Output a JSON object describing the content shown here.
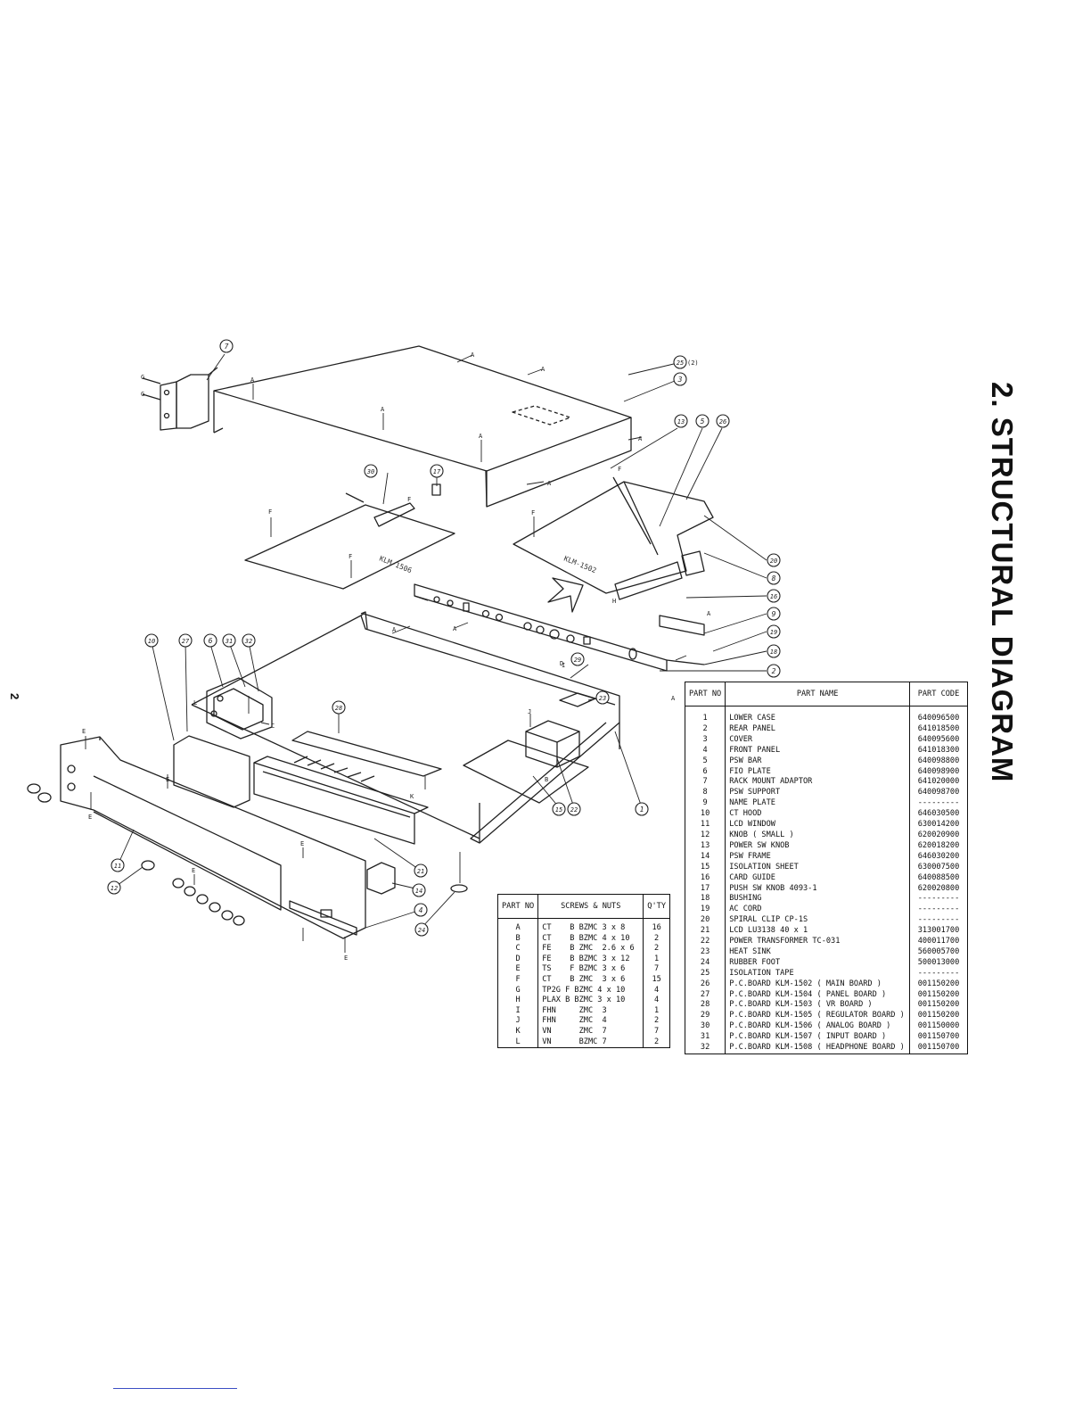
{
  "page": {
    "title": "2. STRUCTURAL DIAGRAM",
    "page_number": "2"
  },
  "parts_table": {
    "headers": [
      "PART NO",
      "PART NAME",
      "PART CODE"
    ],
    "rows": [
      {
        "no": "1",
        "name": "LOWER CASE",
        "code": "640096500"
      },
      {
        "no": "2",
        "name": "REAR PANEL",
        "code": "641018500"
      },
      {
        "no": "3",
        "name": "COVER",
        "code": "640095600"
      },
      {
        "no": "4",
        "name": "FRONT PANEL",
        "code": "641018300"
      },
      {
        "no": "5",
        "name": "PSW BAR",
        "code": "640098800"
      },
      {
        "no": "6",
        "name": "FIO PLATE",
        "code": "640098900"
      },
      {
        "no": "7",
        "name": "RACK MOUNT ADAPTOR",
        "code": "641020000"
      },
      {
        "no": "8",
        "name": "PSW SUPPORT",
        "code": "640098700"
      },
      {
        "no": "9",
        "name": "NAME PLATE",
        "code": "---------"
      },
      {
        "no": "10",
        "name": "CT HOOD",
        "code": "646030500"
      },
      {
        "no": "11",
        "name": "LCD WINDOW",
        "code": "630014200"
      },
      {
        "no": "12",
        "name": "KNOB ( SMALL )",
        "code": "620020900"
      },
      {
        "no": "13",
        "name": "POWER SW KNOB",
        "code": "620018200"
      },
      {
        "no": "14",
        "name": "PSW FRAME",
        "code": "646030200"
      },
      {
        "no": "15",
        "name": "ISOLATION SHEET",
        "code": "630007500"
      },
      {
        "no": "16",
        "name": "CARD GUIDE",
        "code": "640088500"
      },
      {
        "no": "17",
        "name": "PUSH SW KNOB 4093-1",
        "code": "620020800"
      },
      {
        "no": "18",
        "name": "BUSHING",
        "code": "---------"
      },
      {
        "no": "19",
        "name": "AC CORD",
        "code": "---------"
      },
      {
        "no": "20",
        "name": "SPIRAL CLIP CP-1S",
        "code": "---------"
      },
      {
        "no": "21",
        "name": "LCD LU3138 40 x 1",
        "code": "313001700"
      },
      {
        "no": "22",
        "name": "POWER TRANSFORMER TC-031",
        "code": "400011700"
      },
      {
        "no": "23",
        "name": "HEAT SINK",
        "code": "560005700"
      },
      {
        "no": "24",
        "name": "RUBBER FOOT",
        "code": "500013000"
      },
      {
        "no": "25",
        "name": "ISOLATION TAPE",
        "code": "---------"
      },
      {
        "no": "26",
        "name": "P.C.BOARD KLM-1502 ( MAIN BOARD )",
        "code": "001150200"
      },
      {
        "no": "27",
        "name": "P.C.BOARD KLM-1504 ( PANEL BOARD )",
        "code": "001150200"
      },
      {
        "no": "28",
        "name": "P.C.BOARD KLM-1503 ( VR BOARD )",
        "code": "001150200"
      },
      {
        "no": "29",
        "name": "P.C.BOARD KLM-1505 ( REGULATOR BOARD )",
        "code": "001150200"
      },
      {
        "no": "30",
        "name": "P.C.BOARD KLM-1506 ( ANALOG BOARD )",
        "code": "001150000"
      },
      {
        "no": "31",
        "name": "P.C.BOARD KLM-1507 ( INPUT BOARD )",
        "code": "001150700"
      },
      {
        "no": "32",
        "name": "P.C.BOARD KLM-1508 ( HEADPHONE BOARD )",
        "code": "001150700"
      }
    ]
  },
  "screws_table": {
    "headers": [
      "PART NO",
      "SCREWS & NUTS",
      "Q'TY"
    ],
    "rows": [
      {
        "no": "A",
        "desc": "CT    B BZMC 3 x 8",
        "qty": "16"
      },
      {
        "no": "B",
        "desc": "CT    B BZMC 4 x 10",
        "qty": "2"
      },
      {
        "no": "C",
        "desc": "FE    B ZMC  2.6 x 6",
        "qty": "2"
      },
      {
        "no": "D",
        "desc": "FE    B BZMC 3 x 12",
        "qty": "1"
      },
      {
        "no": "E",
        "desc": "TS    F BZMC 3 x 6",
        "qty": "7"
      },
      {
        "no": "F",
        "desc": "CT    B ZMC  3 x 6",
        "qty": "15"
      },
      {
        "no": "G",
        "desc": "TP2G F BZMC 4 x 10",
        "qty": "4"
      },
      {
        "no": "H",
        "desc": "PLAX B BZMC 3 x 10",
        "qty": "4"
      },
      {
        "no": "I",
        "desc": "FHN     ZMC  3",
        "qty": "1"
      },
      {
        "no": "J",
        "desc": "FHN     ZMC  4",
        "qty": "2"
      },
      {
        "no": "K",
        "desc": "VN      ZMC  7",
        "qty": "7"
      },
      {
        "no": "L",
        "desc": "VN      BZMC 7",
        "qty": "2"
      }
    ]
  },
  "diagram": {
    "callouts": [
      "1",
      "2",
      "3",
      "4",
      "5",
      "6",
      "7",
      "8",
      "9",
      "10",
      "11",
      "12",
      "13",
      "14",
      "15",
      "16",
      "17",
      "18",
      "19",
      "20",
      "21",
      "22",
      "23",
      "24",
      "25",
      "26",
      "27",
      "28",
      "29",
      "30",
      "31",
      "32"
    ],
    "callout_note_25": "(2)",
    "screw_letters": [
      "A",
      "B",
      "C",
      "D",
      "E",
      "F",
      "G",
      "H",
      "I",
      "J",
      "K",
      "L"
    ],
    "board_labels": [
      "KLM-1502",
      "KLM-1506"
    ]
  }
}
